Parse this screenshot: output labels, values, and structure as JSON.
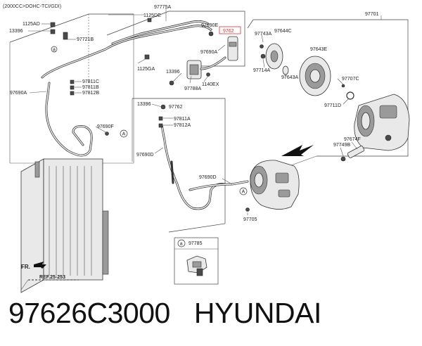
{
  "diagram": {
    "header": "(2000CC>DOHC-TCI/GDI)",
    "labels": {
      "l_97775A": "97775A",
      "l_1125DE": "1125DE",
      "l_1125AD": "1125AD",
      "l_13396_tl": "13396",
      "l_97690E": "97690E",
      "l_97626_highlight": "9762",
      "l_97721B": "97721B",
      "l_97690A_top": "97690A",
      "l_1125GA": "1125GA",
      "l_13396_mid": "13396",
      "l_97788A": "97788A",
      "l_1140EX": "1140EX",
      "l_97811C": "97811C",
      "l_97811B": "97811B",
      "l_97812B": "97812B",
      "l_97690A_left": "97690A",
      "l_97690F": "97690F",
      "l_13396_low": "13396",
      "l_97762": "97762",
      "l_97811A": "97811A",
      "l_97812A": "97812A",
      "l_97690D": "97690D",
      "l_97690D_right": "97690D",
      "l_97705": "97705",
      "l_97785": "97785",
      "l_97701": "97701",
      "l_97743A": "97743A",
      "l_97644C": "97644C",
      "l_97643E": "97643E",
      "l_97714A": "97714A",
      "l_97643A": "97643A",
      "l_97707C": "97707C",
      "l_97711D": "97711D",
      "l_97674F": "97674F",
      "l_97749B": "97749B",
      "fr": "FR.",
      "ref": "REF.25-253",
      "callout_a": "A",
      "callout_a_inset": "a"
    }
  },
  "caption": {
    "part_number": "97626C3000",
    "brand": "HYUNDAI"
  }
}
